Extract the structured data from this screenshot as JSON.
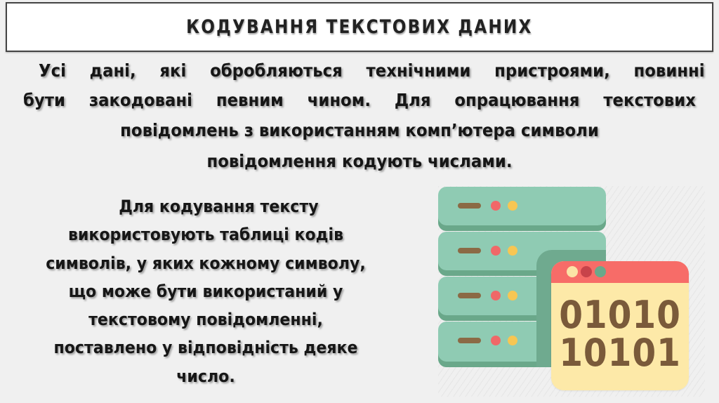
{
  "slide": {
    "title": "КОДУВАННЯ ТЕКСТОВИХ ДАНИХ",
    "paragraph_1": {
      "lines": [
        "Усі дані, які обробляються технічними пристроями, повинні",
        "бути закодовані певним чином. Для опрацювання текстових",
        "повідомлень з використанням комп’ютера символи",
        "повідомлення кодують числами."
      ]
    },
    "paragraph_2": {
      "lines": [
        "Для кодування тексту",
        "використовують таблиці кодів",
        "символів, у яких кожному символу,",
        "що може бути використаний у",
        "текстовому повідомленні,",
        "поставлено у відповідність деяке",
        "число."
      ]
    },
    "illustration": {
      "icon": "server-binary-icon",
      "binary_lines": [
        "01010",
        "10101"
      ],
      "colors": {
        "server_green": "#8fcbb3",
        "server_edge": "#6aa88a",
        "bar_brown": "#8b6a45",
        "dot_red": "#f06868",
        "dot_yellow": "#f7c653",
        "window_header": "#f76c68",
        "window_body": "#fde9a8",
        "digits": "#7a5a3a"
      }
    }
  }
}
